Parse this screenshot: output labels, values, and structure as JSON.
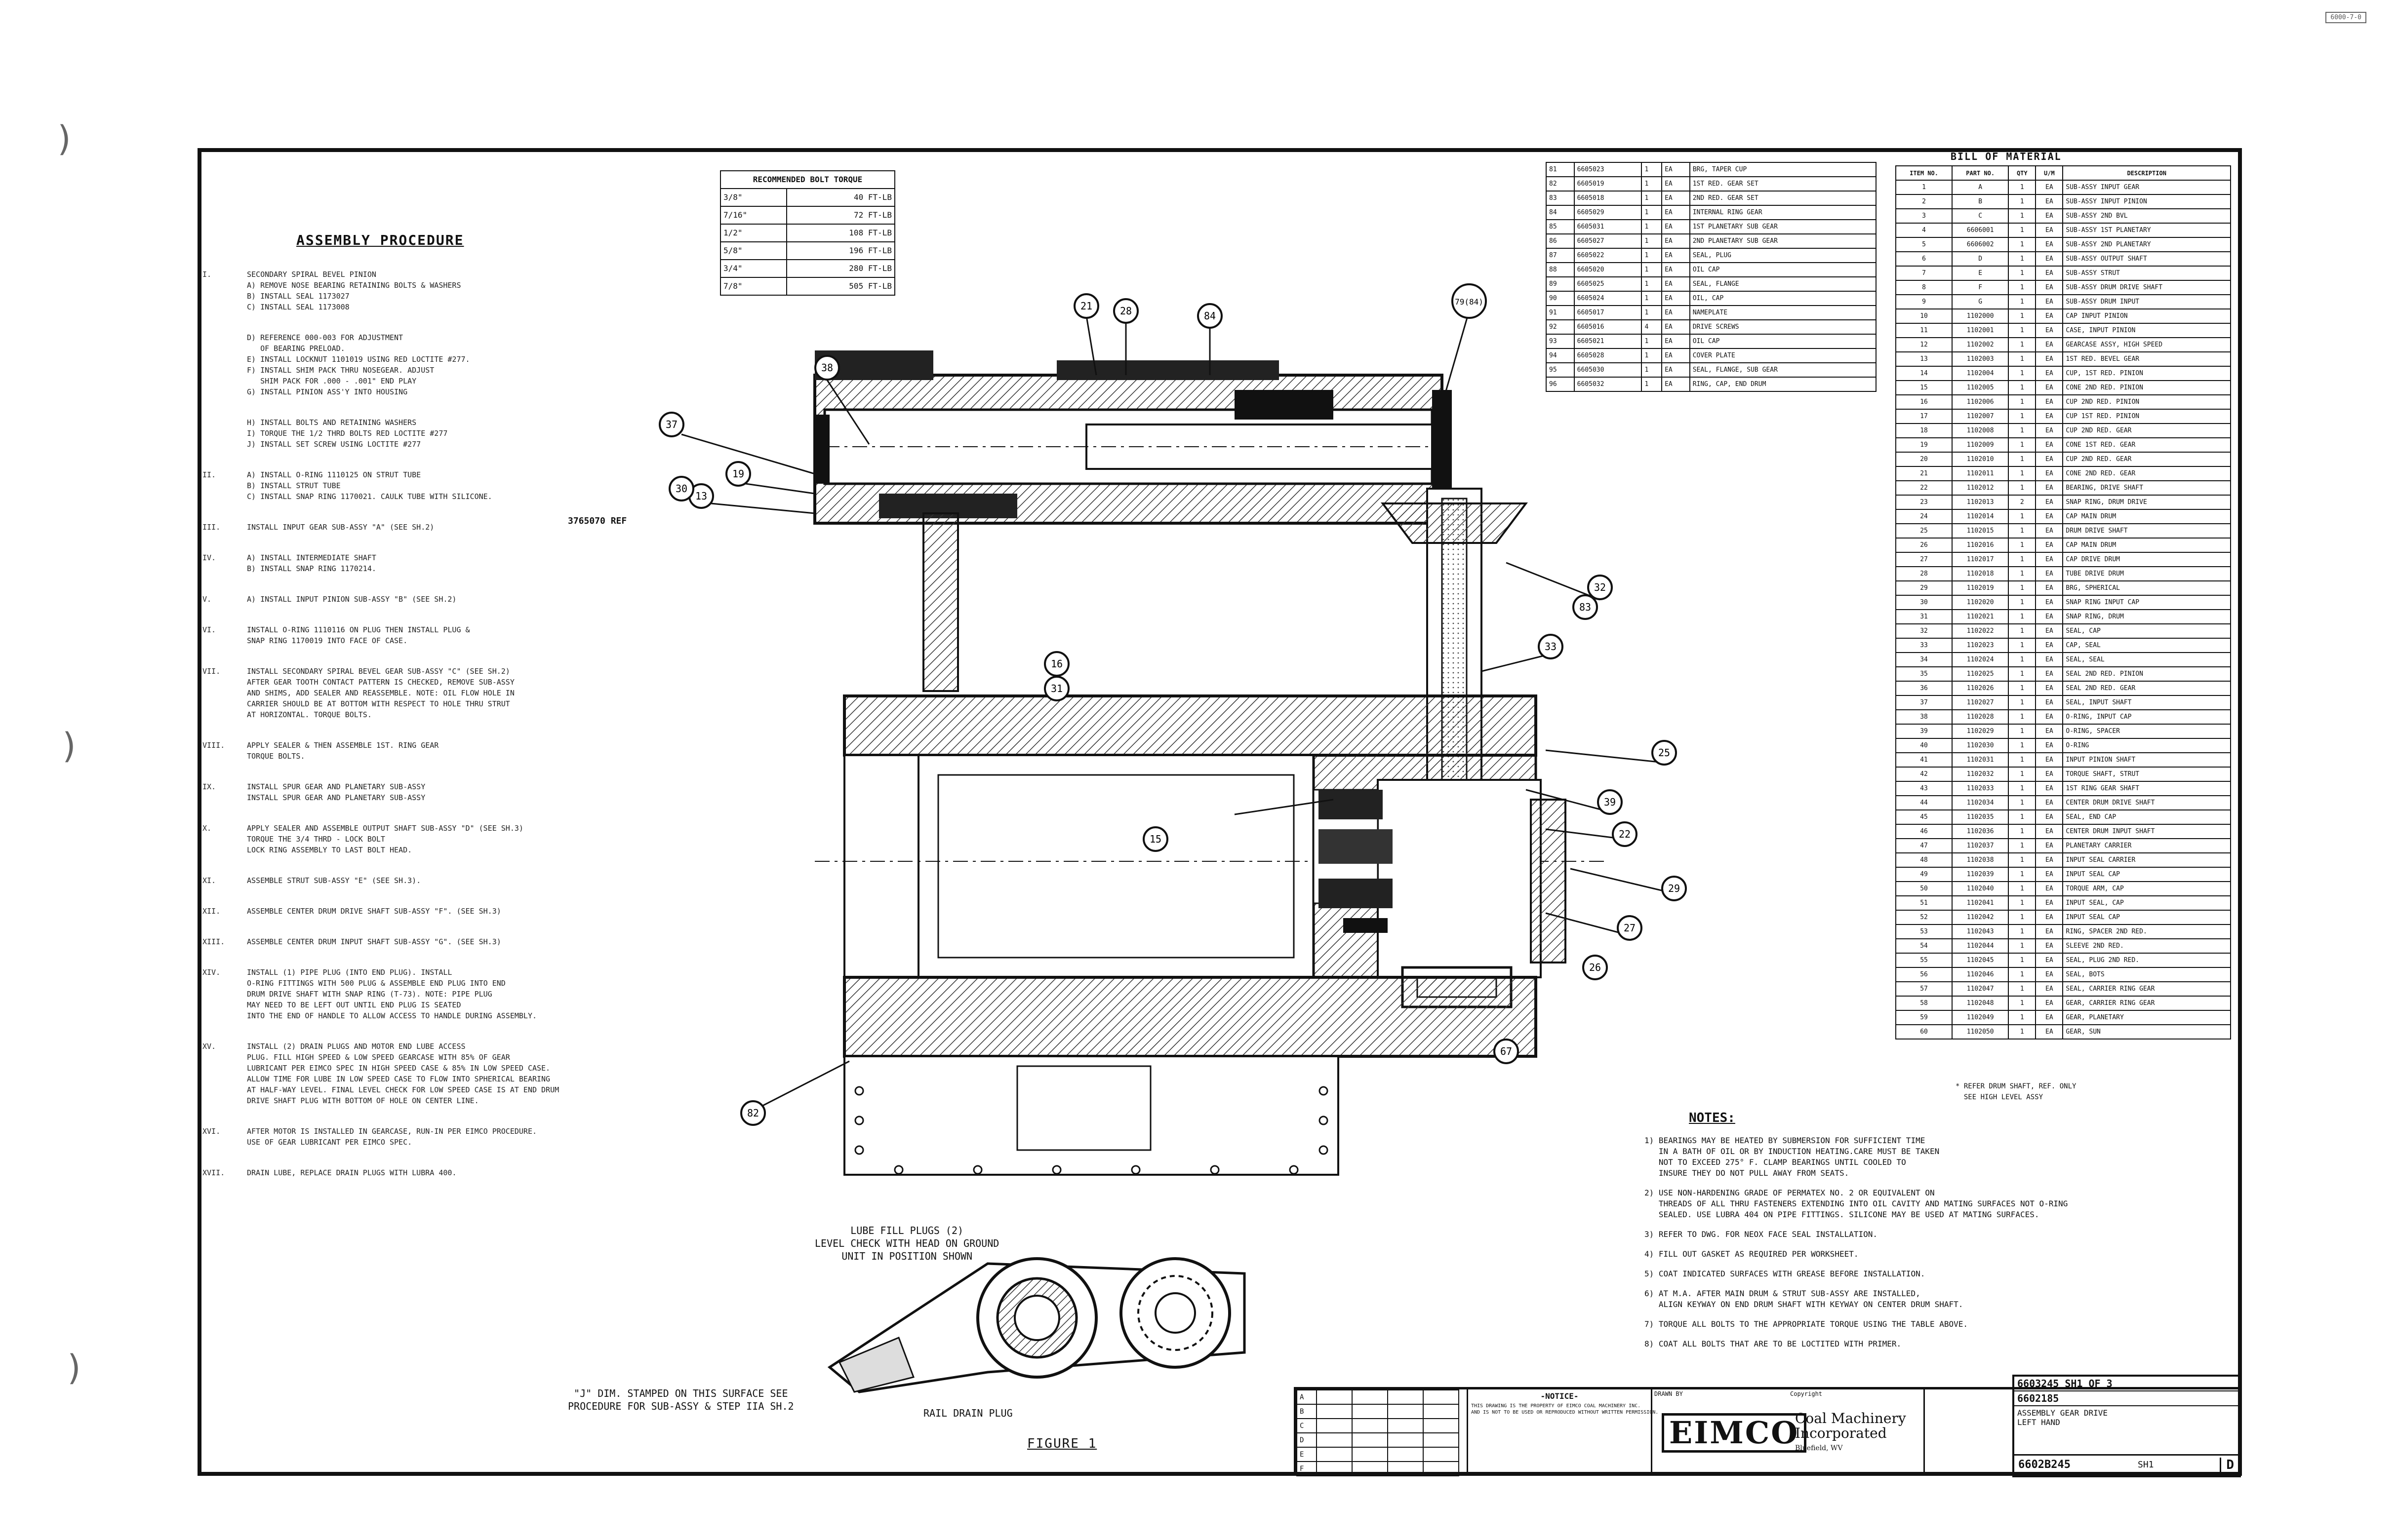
{
  "corner_stamp": "6000-7-0",
  "assembly": {
    "title": "ASSEMBLY PROCEDURE",
    "steps": [
      {
        "num": "I.",
        "text": "SECONDARY SPIRAL BEVEL PINION\nA) REMOVE NOSE BEARING RETAINING BOLTS & WASHERS\nB) INSTALL SEAL 1173027\nC) INSTALL SEAL 1173008"
      },
      {
        "num": "",
        "text": "D) REFERENCE 000-003 FOR ADJUSTMENT\n   OF BEARING PRELOAD.\nE) INSTALL LOCKNUT 1101019 USING RED LOCTITE #277.\nF) INSTALL SHIM PACK THRU NOSEGEAR. ADJUST\n   SHIM PACK FOR .000 - .001\" END PLAY\nG) INSTALL PINION ASS'Y INTO HOUSING"
      },
      {
        "num": "",
        "text": "H) INSTALL BOLTS AND RETAINING WASHERS\nI) TORQUE THE 1/2 THRD BOLTS RED LOCTITE #277\nJ) INSTALL SET SCREW USING LOCTITE #277"
      },
      {
        "num": "II.",
        "text": "A) INSTALL O-RING 1110125 ON STRUT TUBE\nB) INSTALL STRUT TUBE\nC) INSTALL SNAP RING 1170021. CAULK TUBE WITH SILICONE."
      },
      {
        "num": "III.",
        "text": "INSTALL INPUT GEAR SUB-ASSY \"A\" (SEE SH.2)"
      },
      {
        "num": "IV.",
        "text": "A) INSTALL INTERMEDIATE SHAFT\nB) INSTALL SNAP RING 1170214."
      },
      {
        "num": "V.",
        "text": "A) INSTALL INPUT PINION SUB-ASSY \"B\" (SEE SH.2)"
      },
      {
        "num": "VI.",
        "text": "INSTALL O-RING 1110116 ON PLUG THEN INSTALL PLUG &\nSNAP RING 1170019 INTO FACE OF CASE."
      },
      {
        "num": "VII.",
        "text": "INSTALL SECONDARY SPIRAL BEVEL GEAR SUB-ASSY \"C\" (SEE SH.2)\nAFTER GEAR TOOTH CONTACT PATTERN IS CHECKED, REMOVE SUB-ASSY\nAND SHIMS, ADD SEALER AND REASSEMBLE. NOTE: OIL FLOW HOLE IN\nCARRIER SHOULD BE AT BOTTOM WITH RESPECT TO HOLE THRU STRUT\nAT HORIZONTAL. TORQUE BOLTS."
      },
      {
        "num": "VIII.",
        "text": "APPLY SEALER & THEN ASSEMBLE 1ST. RING GEAR\nTORQUE BOLTS."
      },
      {
        "num": "IX.",
        "text": "INSTALL SPUR GEAR AND PLANETARY SUB-ASSY\nINSTALL SPUR GEAR AND PLANETARY SUB-ASSY"
      },
      {
        "num": "X.",
        "text": "APPLY SEALER AND ASSEMBLE OUTPUT SHAFT SUB-ASSY \"D\" (SEE SH.3)\nTORQUE THE 3/4 THRD - LOCK BOLT\nLOCK RING ASSEMBLY TO LAST BOLT HEAD."
      },
      {
        "num": "XI.",
        "text": "ASSEMBLE STRUT SUB-ASSY \"E\" (SEE SH.3)."
      },
      {
        "num": "XII.",
        "text": "ASSEMBLE CENTER DRUM DRIVE SHAFT SUB-ASSY \"F\". (SEE SH.3)"
      },
      {
        "num": "XIII.",
        "text": "ASSEMBLE CENTER DRUM INPUT SHAFT SUB-ASSY \"G\". (SEE SH.3)"
      },
      {
        "num": "XIV.",
        "text": "INSTALL (1) PIPE PLUG (INTO END PLUG). INSTALL\nO-RING FITTINGS WITH 500 PLUG & ASSEMBLE END PLUG INTO END\nDRUM DRIVE SHAFT WITH SNAP RING (T-73). NOTE: PIPE PLUG\nMAY NEED TO BE LEFT OUT UNTIL END PLUG IS SEATED\nINTO THE END OF HANDLE TO ALLOW ACCESS TO HANDLE DURING ASSEMBLY."
      },
      {
        "num": "XV.",
        "text": "INSTALL (2) DRAIN PLUGS AND MOTOR END LUBE ACCESS\nPLUG. FILL HIGH SPEED & LOW SPEED GEARCASE WITH 85% OF GEAR\nLUBRICANT PER EIMCO SPEC IN HIGH SPEED CASE & 85% IN LOW SPEED CASE.\nALLOW TIME FOR LUBE IN LOW SPEED CASE TO FLOW INTO SPHERICAL BEARING\nAT HALF-WAY LEVEL. FINAL LEVEL CHECK FOR LOW SPEED CASE IS AT END DRUM\nDRIVE SHAFT PLUG WITH BOTTOM OF HOLE ON CENTER LINE."
      },
      {
        "num": "XVI.",
        "text": "AFTER MOTOR IS INSTALLED IN GEARCASE, RUN-IN PER EIMCO PROCEDURE.\nUSE OF GEAR LUBRICANT PER EIMCO SPEC."
      },
      {
        "num": "XVII.",
        "text": "DRAIN LUBE, REPLACE DRAIN PLUGS WITH LUBRA 400."
      }
    ]
  },
  "torque_table": {
    "header": [
      "RECOMMENDED BOLT TORQUE",
      ""
    ],
    "rows": [
      [
        "3/8\"",
        "40 FT-LB"
      ],
      [
        "7/16\"",
        "72 FT-LB"
      ],
      [
        "1/2\"",
        "108 FT-LB"
      ],
      [
        "5/8\"",
        "196 FT-LB"
      ],
      [
        "3/4\"",
        "280 FT-LB"
      ],
      [
        "7/8\"",
        "505 FT-LB"
      ]
    ]
  },
  "upper_bom": {
    "rows": [
      [
        "81",
        "6605023",
        "1",
        "EA",
        "BRG, TAPER CUP"
      ],
      [
        "82",
        "6605019",
        "1",
        "EA",
        "1ST RED. GEAR SET"
      ],
      [
        "83",
        "6605018",
        "1",
        "EA",
        "2ND RED. GEAR SET"
      ],
      [
        "84",
        "6605029",
        "1",
        "EA",
        "INTERNAL RING GEAR"
      ],
      [
        "85",
        "6605031",
        "1",
        "EA",
        "1ST PLANETARY SUB GEAR"
      ],
      [
        "86",
        "6605027",
        "1",
        "EA",
        "2ND PLANETARY SUB GEAR"
      ],
      [
        "87",
        "6605022",
        "1",
        "EA",
        "SEAL, PLUG"
      ],
      [
        "88",
        "6605020",
        "1",
        "EA",
        "OIL CAP"
      ],
      [
        "89",
        "6605025",
        "1",
        "EA",
        "SEAL, FLANGE"
      ],
      [
        "90",
        "6605024",
        "1",
        "EA",
        "OIL, CAP"
      ],
      [
        "91",
        "6605017",
        "1",
        "EA",
        "NAMEPLATE"
      ],
      [
        "92",
        "6605016",
        "4",
        "EA",
        "DRIVE SCREWS"
      ],
      [
        "93",
        "6605021",
        "1",
        "EA",
        "OIL CAP"
      ],
      [
        "94",
        "6605028",
        "1",
        "EA",
        "COVER PLATE"
      ],
      [
        "95",
        "6605030",
        "1",
        "EA",
        "SEAL, FLANGE, SUB GEAR"
      ],
      [
        "96",
        "6605032",
        "1",
        "EA",
        "RING, CAP, END DRUM"
      ]
    ]
  },
  "bom": {
    "title": "BILL OF MATERIAL",
    "header": [
      "ITEM NO.",
      "PART NO.",
      "QTY",
      "U/M",
      "DESCRIPTION"
    ],
    "rows": [
      [
        "1",
        "A",
        "1",
        "EA",
        "SUB-ASSY INPUT GEAR"
      ],
      [
        "2",
        "B",
        "1",
        "EA",
        "SUB-ASSY INPUT PINION"
      ],
      [
        "3",
        "C",
        "1",
        "EA",
        "SUB-ASSY 2ND BVL"
      ],
      [
        "4",
        "6606001",
        "1",
        "EA",
        "SUB-ASSY 1ST PLANETARY"
      ],
      [
        "5",
        "6606002",
        "1",
        "EA",
        "SUB-ASSY 2ND PLANETARY"
      ],
      [
        "6",
        "D",
        "1",
        "EA",
        "SUB-ASSY OUTPUT SHAFT"
      ],
      [
        "7",
        "E",
        "1",
        "EA",
        "SUB-ASSY STRUT"
      ],
      [
        "8",
        "F",
        "1",
        "EA",
        "SUB-ASSY DRUM DRIVE SHAFT"
      ],
      [
        "9",
        "G",
        "1",
        "EA",
        "SUB-ASSY DRUM INPUT"
      ],
      [
        "10",
        "1102000",
        "1",
        "EA",
        "CAP INPUT PINION"
      ],
      [
        "11",
        "1102001",
        "1",
        "EA",
        "CASE, INPUT PINION"
      ],
      [
        "12",
        "1102002",
        "1",
        "EA",
        "GEARCASE ASSY, HIGH SPEED"
      ],
      [
        "13",
        "1102003",
        "1",
        "EA",
        "1ST RED. BEVEL GEAR"
      ],
      [
        "14",
        "1102004",
        "1",
        "EA",
        "CUP, 1ST RED. PINION"
      ],
      [
        "15",
        "1102005",
        "1",
        "EA",
        "CONE 2ND RED. PINION"
      ],
      [
        "16",
        "1102006",
        "1",
        "EA",
        "CUP 2ND RED. PINION"
      ],
      [
        "17",
        "1102007",
        "1",
        "EA",
        "CUP 1ST RED. PINION"
      ],
      [
        "18",
        "1102008",
        "1",
        "EA",
        "CUP 2ND RED. GEAR"
      ],
      [
        "19",
        "1102009",
        "1",
        "EA",
        "CONE 1ST RED. GEAR"
      ],
      [
        "20",
        "1102010",
        "1",
        "EA",
        "CUP 2ND RED. GEAR"
      ],
      [
        "21",
        "1102011",
        "1",
        "EA",
        "CONE 2ND RED. GEAR"
      ],
      [
        "22",
        "1102012",
        "1",
        "EA",
        "BEARING, DRIVE SHAFT"
      ],
      [
        "23",
        "1102013",
        "2",
        "EA",
        "SNAP RING, DRUM DRIVE"
      ],
      [
        "24",
        "1102014",
        "1",
        "EA",
        "CAP MAIN DRUM"
      ],
      [
        "25",
        "1102015",
        "1",
        "EA",
        "DRUM DRIVE SHAFT"
      ],
      [
        "26",
        "1102016",
        "1",
        "EA",
        "CAP MAIN DRUM"
      ],
      [
        "27",
        "1102017",
        "1",
        "EA",
        "CAP DRIVE DRUM"
      ],
      [
        "28",
        "1102018",
        "1",
        "EA",
        "TUBE DRIVE DRUM"
      ],
      [
        "29",
        "1102019",
        "1",
        "EA",
        "BRG, SPHERICAL"
      ],
      [
        "30",
        "1102020",
        "1",
        "EA",
        "SNAP RING INPUT CAP"
      ],
      [
        "31",
        "1102021",
        "1",
        "EA",
        "SNAP RING, DRUM"
      ],
      [
        "32",
        "1102022",
        "1",
        "EA",
        "SEAL, CAP"
      ],
      [
        "33",
        "1102023",
        "1",
        "EA",
        "CAP, SEAL"
      ],
      [
        "34",
        "1102024",
        "1",
        "EA",
        "SEAL, SEAL"
      ],
      [
        "35",
        "1102025",
        "1",
        "EA",
        "SEAL 2ND RED. PINION"
      ],
      [
        "36",
        "1102026",
        "1",
        "EA",
        "SEAL 2ND RED. GEAR"
      ],
      [
        "37",
        "1102027",
        "1",
        "EA",
        "SEAL, INPUT SHAFT"
      ],
      [
        "38",
        "1102028",
        "1",
        "EA",
        "O-RING, INPUT CAP"
      ],
      [
        "39",
        "1102029",
        "1",
        "EA",
        "O-RING, SPACER"
      ],
      [
        "40",
        "1102030",
        "1",
        "EA",
        "O-RING"
      ],
      [
        "41",
        "1102031",
        "1",
        "EA",
        "INPUT PINION SHAFT"
      ],
      [
        "42",
        "1102032",
        "1",
        "EA",
        "TORQUE SHAFT, STRUT"
      ],
      [
        "43",
        "1102033",
        "1",
        "EA",
        "1ST RING GEAR SHAFT"
      ],
      [
        "44",
        "1102034",
        "1",
        "EA",
        "CENTER DRUM DRIVE SHAFT"
      ],
      [
        "45",
        "1102035",
        "1",
        "EA",
        "SEAL, END CAP"
      ],
      [
        "46",
        "1102036",
        "1",
        "EA",
        "CENTER DRUM INPUT SHAFT"
      ],
      [
        "47",
        "1102037",
        "1",
        "EA",
        "PLANETARY CARRIER"
      ],
      [
        "48",
        "1102038",
        "1",
        "EA",
        "INPUT SEAL CARRIER"
      ],
      [
        "49",
        "1102039",
        "1",
        "EA",
        "INPUT SEAL CAP"
      ],
      [
        "50",
        "1102040",
        "1",
        "EA",
        "TORQUE ARM, CAP"
      ],
      [
        "51",
        "1102041",
        "1",
        "EA",
        "INPUT SEAL, CAP"
      ],
      [
        "52",
        "1102042",
        "1",
        "EA",
        "INPUT SEAL CAP"
      ],
      [
        "53",
        "1102043",
        "1",
        "EA",
        "RING, SPACER 2ND RED."
      ],
      [
        "54",
        "1102044",
        "1",
        "EA",
        "SLEEVE 2ND RED."
      ],
      [
        "55",
        "1102045",
        "1",
        "EA",
        "SEAL, PLUG 2ND RED."
      ],
      [
        "56",
        "1102046",
        "1",
        "EA",
        "SEAL, BOTS"
      ],
      [
        "57",
        "1102047",
        "1",
        "EA",
        "SEAL, CARRIER RING GEAR"
      ],
      [
        "58",
        "1102048",
        "1",
        "EA",
        "GEAR, CARRIER RING GEAR"
      ],
      [
        "59",
        "1102049",
        "1",
        "EA",
        "GEAR, PLANETARY"
      ],
      [
        "60",
        "1102050",
        "1",
        "EA",
        "GEAR, SUN"
      ]
    ],
    "footnote": "* REFER DRUM SHAFT, REF. ONLY\n  SEE HIGH LEVEL ASSY"
  },
  "callouts": [
    "38",
    "21",
    "28",
    "84",
    "79(84)",
    "37",
    "13",
    "19",
    "30",
    "15",
    "16",
    "31",
    "32",
    "33",
    "25",
    "39",
    "22",
    "29",
    "27",
    "82",
    "83",
    "26",
    "67"
  ],
  "ref_label": "3765070 REF",
  "notes": {
    "title": "NOTES:",
    "items": [
      "1) BEARINGS MAY BE HEATED BY SUBMERSION FOR SUFFICIENT TIME\n   IN A BATH OF OIL OR BY INDUCTION HEATING.CARE MUST BE TAKEN\n   NOT TO EXCEED 275° F. CLAMP BEARINGS UNTIL COOLED TO\n   INSURE THEY DO NOT PULL AWAY FROM SEATS.",
      "2) USE NON-HARDENING GRADE OF PERMATEX NO. 2 OR EQUIVALENT ON\n   THREADS OF ALL THRU FASTENERS EXTENDING INTO OIL CAVITY AND MATING SURFACES NOT O-RING\n   SEALED. USE LUBRA 404 ON PIPE FITTINGS. SILICONE MAY BE USED AT MATING SURFACES.",
      "3) REFER TO DWG. FOR NEOX FACE SEAL INSTALLATION.",
      "4) FILL OUT GASKET AS REQUIRED PER WORKSHEET.",
      "5) COAT INDICATED SURFACES WITH GREASE BEFORE INSTALLATION.",
      "6) AT M.A. AFTER MAIN DRUM & STRUT SUB-ASSY ARE INSTALLED,\n   ALIGN KEYWAY ON END DRUM SHAFT WITH KEYWAY ON CENTER DRUM SHAFT.",
      "7) TORQUE ALL BOLTS TO THE APPROPRIATE TORQUE USING THE TABLE ABOVE.",
      "8) COAT ALL BOLTS THAT ARE TO BE LOCTITED WITH PRIMER."
    ]
  },
  "lower_labels": {
    "lube": "LUBE FILL PLUGS (2)\nLEVEL CHECK WITH HEAD ON GROUND\nUNIT IN POSITION SHOWN",
    "stamp": "\"J\" DIM. STAMPED ON THIS SURFACE SEE\nPROCEDURE FOR SUB-ASSY & STEP IIA SH.2",
    "drain": "RAIL DRAIN PLUG",
    "figure": "FIGURE 1"
  },
  "title_block": {
    "notice_title": "-NOTICE-",
    "notice_text": "THIS DRAWING IS THE PROPERTY OF EIMCO COAL MACHINERY INC.\nAND IS NOT TO BE USED OR REPRODUCED WITHOUT WRITTEN PERMISSION.",
    "drawn_by": "DRAWN BY",
    "copyright": "Copyright",
    "logo": "EIMCO",
    "company_line1": "Coal Machinery",
    "company_line2": "Incorporated",
    "company_line3": "Bluefield, WV",
    "drawing_no": "6603245 SH1 OF 3",
    "part_no": "6602185",
    "desc_line1": "ASSEMBLY GEAR DRIVE",
    "desc_line2": "LEFT HAND",
    "footer_no": "6602B245",
    "sheet": "SH1",
    "rev": "D"
  },
  "revision_rows": [
    "A",
    "B",
    "C",
    "D",
    "E",
    "F"
  ]
}
